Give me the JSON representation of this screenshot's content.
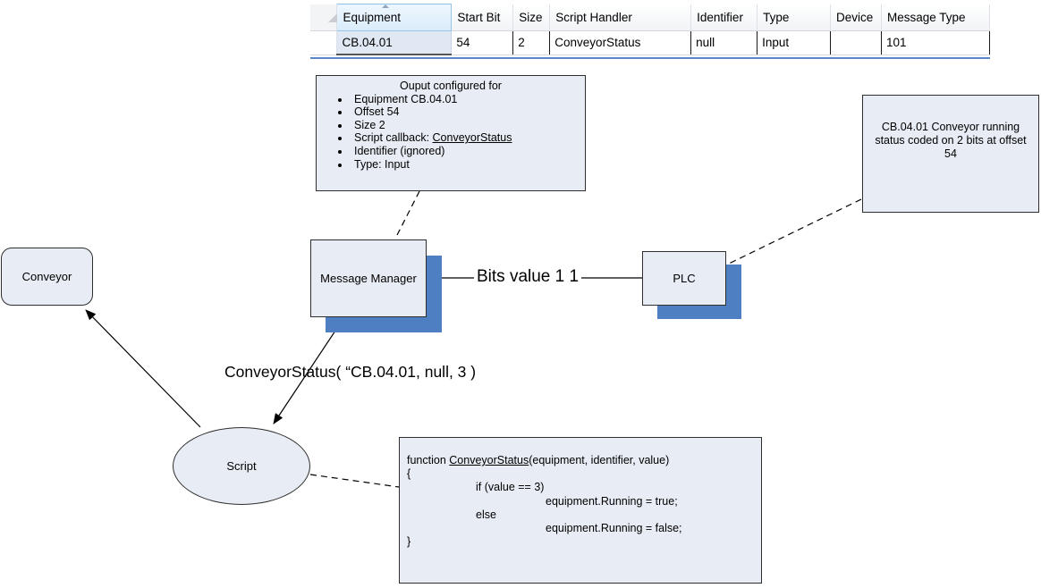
{
  "grid": {
    "columns": [
      "Equipment",
      "Start Bit",
      "Size",
      "Script Handler",
      "Identifier",
      "Type",
      "Device",
      "Message Type"
    ],
    "rows": [
      [
        "CB.04.01",
        "54",
        "2",
        "ConveyorStatus",
        "null",
        "Input",
        "",
        "101"
      ]
    ]
  },
  "config_box": {
    "header": "Ouput configured for",
    "items": [
      "Equipment CB.04.01",
      "Offset 54",
      "Size 2",
      "Script callback: ",
      "Identifier (ignored)",
      "Type: Input"
    ],
    "callback_name": "ConveyorStatus"
  },
  "plc_note": "CB.04.01 Conveyor running status coded on 2 bits at offset 54",
  "nodes": {
    "message_manager": "Message Manager",
    "plc": "PLC",
    "conveyor": "Conveyor",
    "script": "Script"
  },
  "edges": {
    "bits_label": "Bits value 1 1",
    "call_label": "ConveyorStatus( “CB.04.01, null, 3 )"
  },
  "code": {
    "line1_prefix": "function ",
    "line1_name": "ConveyorStatus",
    "line1_suffix": "(equipment, identifier, value)",
    "open_brace": "{",
    "if_line": "if (value == 3)",
    "true_line": "equipment.Running = true;",
    "else_line": "else",
    "false_line": "equipment.Running = false;",
    "close_brace": "}"
  },
  "colors": {
    "box_fill": "#e8ecf4",
    "shadow": "#4f7fc3"
  }
}
